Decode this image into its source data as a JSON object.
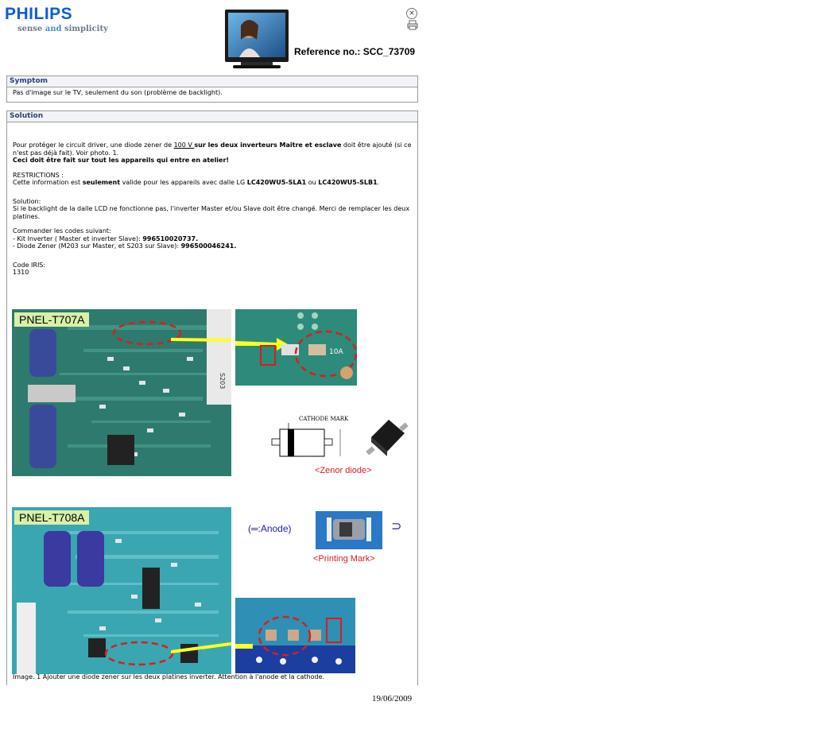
{
  "header": {
    "brand": "PHILIPS",
    "tagline_pre": "sense ",
    "tagline_and": "and",
    "tagline_post": " simplicity",
    "reference": "Reference no.: SCC_73709",
    "icons": [
      "close-icon",
      "print-icon",
      "tv-image"
    ]
  },
  "symptom": {
    "heading": "Symptom",
    "text": "Pas d'image sur le TV, seulement du son (problème de backlight)."
  },
  "solution": {
    "heading": "Solution",
    "p1_a": "Pour protéger le circuit driver, une diode zener de ",
    "p1_u": "100 V ",
    "p1_b": "sur les deux inverteurs Maitre et esclave",
    "p1_c": " doit être ajouté (si ce n'est pas déjà fait). Voir photo. 1.",
    "p1_bold_line": "Ceci doit être fait sur tout les appareils qui entre en atelier!",
    "restr_title": "RESTRICTIONS :",
    "restr_a": "Cette information est ",
    "restr_b": "seulement",
    "restr_c": " valide pour les appareils avec dalle LG ",
    "restr_d": "LC420WU5-SLA1",
    "restr_e": " ou ",
    "restr_f": "LC420WU5-SLB1",
    "restr_g": ".",
    "sol_title": "Solution:",
    "sol_text": "Si le backlight de la dalle LCD ne fonctionne pas, l'inverter Master et/ou Slave doit être changé. Merci de remplacer les deux platines.",
    "order_title": "Commander les codes suivant:",
    "order1_a": "- Kit Inverter ( Master et inverter Slave): ",
    "order1_b": "996510020737.",
    "order2_a": "- Diode Zener (M203 sur Master, et S203 sur Slave): ",
    "order2_b": "996500046241.",
    "iris_title": "Code IRIS:",
    "iris_value": "1310"
  },
  "figure": {
    "label_top": "PNEL-T707A",
    "label_bottom": "PNEL-T708A",
    "cathode_mark": "CATHODE MARK",
    "zener_caption": "<Zenor diode>",
    "anode_label": "(═:Anode)",
    "printing_caption": "<Printing Mark>",
    "board_text": "S203",
    "chip_text": "10A",
    "caption": "Image. 1  Ajouter une diode zener sur les deux platines inverter. Attention à l'anode et la cathode."
  },
  "footer": {
    "date": "19/06/2009"
  },
  "colors": {
    "brand": "#0b5ed7",
    "heading": "#2a3e7c",
    "accent_red": "#d42020",
    "label_bg": "#d8f0a8",
    "pcb": "#2f7f86"
  }
}
